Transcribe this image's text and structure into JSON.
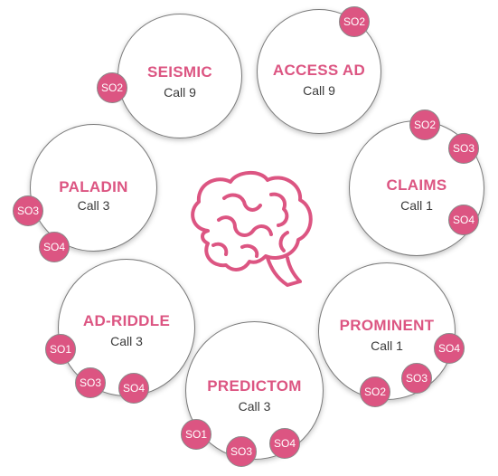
{
  "colors": {
    "accent": "#dc5582",
    "badge_fill": "#dc5582",
    "circle_border": "#7a7a7a",
    "call_text": "#3a3a3a"
  },
  "center_icon": "brain-icon",
  "projects": [
    {
      "id": "seismic",
      "name": "SEISMIC",
      "call": "Call 9",
      "objectives": [
        "SO2"
      ]
    },
    {
      "id": "access-ad",
      "name": "ACCESS AD",
      "call": "Call 9",
      "objectives": [
        "SO2"
      ]
    },
    {
      "id": "claims",
      "name": "CLAIMS",
      "call": "Call 1",
      "objectives": [
        "SO2",
        "SO3",
        "SO4"
      ]
    },
    {
      "id": "prominent",
      "name": "PROMINENT",
      "call": "Call 1",
      "objectives": [
        "SO4",
        "SO3",
        "SO2"
      ]
    },
    {
      "id": "predictom",
      "name": "PREDICTOM",
      "call": "Call 3",
      "objectives": [
        "SO1",
        "SO3",
        "SO4"
      ]
    },
    {
      "id": "ad-riddle",
      "name": "AD-RIDDLE",
      "call": "Call 3",
      "objectives": [
        "SO1",
        "SO3",
        "SO4"
      ]
    },
    {
      "id": "paladin",
      "name": "PALADIN",
      "call": "Call 3",
      "objectives": [
        "SO3",
        "SO4"
      ]
    }
  ]
}
